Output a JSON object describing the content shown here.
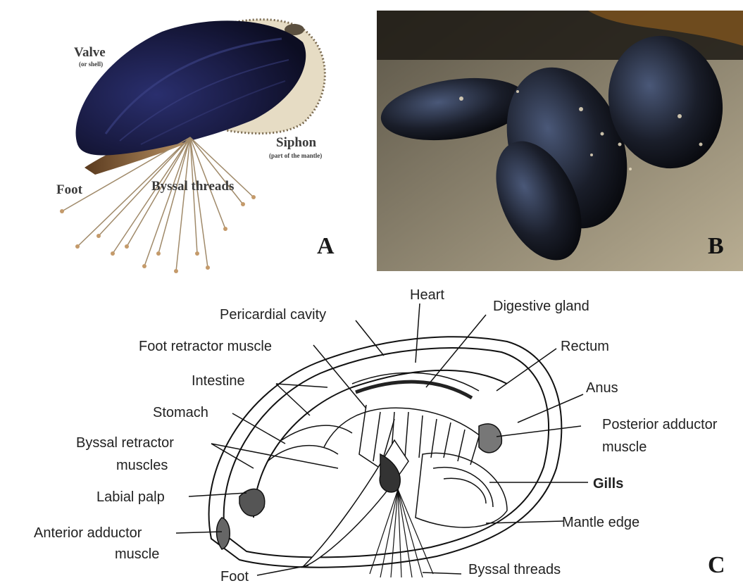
{
  "panel_a": {
    "letter": "A",
    "labels": {
      "valve": "Valve",
      "valve_note": "(or shell)",
      "siphon": "Siphon",
      "siphon_note": "(part of the mantle)",
      "foot": "Foot",
      "byssal_threads": "Byssal threads"
    }
  },
  "panel_b": {
    "letter": "B"
  },
  "panel_c": {
    "letter": "C",
    "labels": {
      "heart": "Heart",
      "pericardial_cavity": "Pericardial cavity",
      "digestive_gland": "Digestive gland",
      "foot_retractor_muscle": "Foot retractor muscle",
      "rectum": "Rectum",
      "intestine": "Intestine",
      "anus": "Anus",
      "stomach": "Stomach",
      "posterior_adductor_1": "Posterior adductor",
      "posterior_adductor_2": "muscle",
      "byssal_retractor_1": "Byssal retractor",
      "byssal_retractor_2": "muscles",
      "gills": "Gills",
      "labial_palp": "Labial palp",
      "anterior_adductor_1": "Anterior adductor",
      "anterior_adductor_2": "muscle",
      "mantle_edge": "Mantle edge",
      "foot": "Foot",
      "byssal_threads": "Byssal threads"
    }
  }
}
